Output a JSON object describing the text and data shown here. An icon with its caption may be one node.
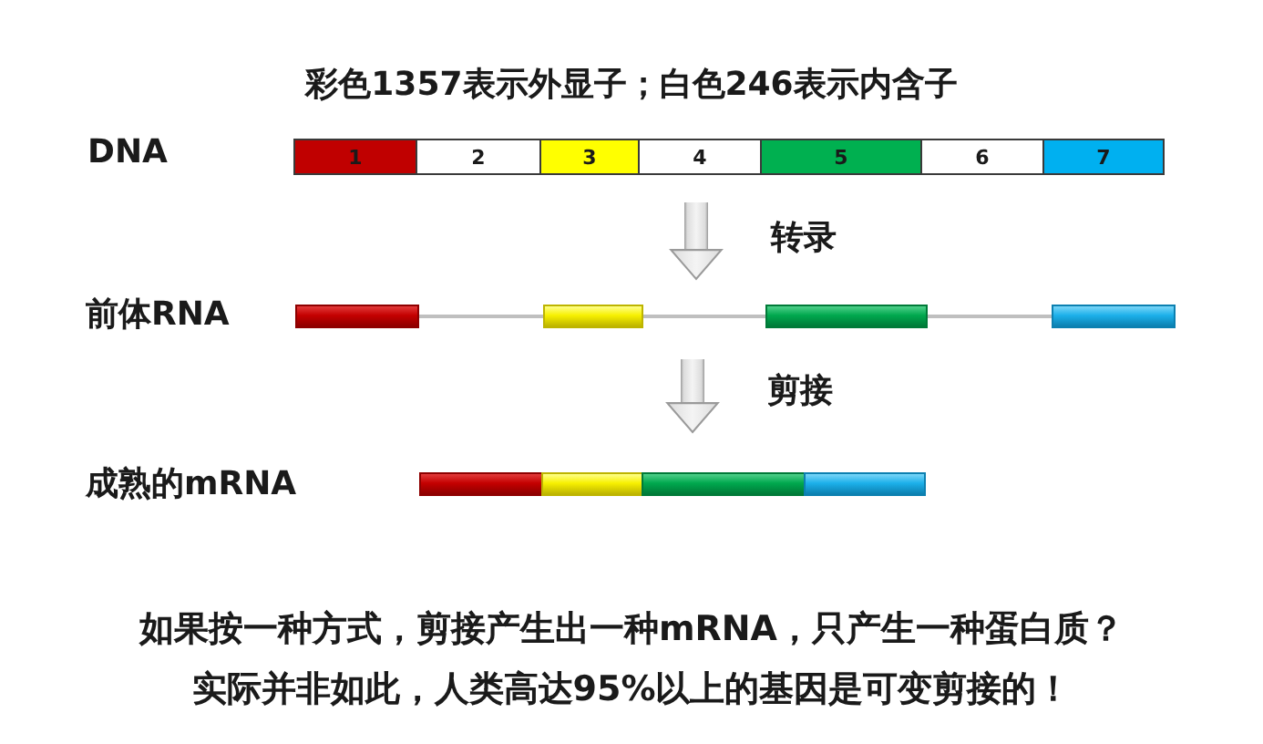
{
  "diagram": {
    "title": "彩色1357表示外显子；白色246表示内含子",
    "nodes": [
      {
        "text": [
          "DNA"
        ]
      },
      {
        "text": [
          "1"
        ],
        "in": 0
      },
      {
        "text": [
          "2"
        ],
        "in": 0
      },
      {
        "text": [
          "3"
        ],
        "in": 0
      },
      {
        "text": [
          "4"
        ],
        "in": 0
      },
      {
        "text": [
          "5"
        ],
        "in": 0
      },
      {
        "text": [
          "6"
        ],
        "in": 0
      },
      {
        "text": [
          "7"
        ],
        "in": 0
      },
      {
        "text": [
          "前体RNA"
        ]
      },
      {
        "text": [],
        "shape": "bar",
        "in": 8
      },
      {
        "text": [],
        "shape": "bar",
        "in": 8
      },
      {
        "text": [],
        "shape": "bar",
        "in": 8
      },
      {
        "text": [],
        "shape": "bar",
        "in": 8
      },
      {
        "text": [
          "成熟的mRNA"
        ]
      },
      {
        "text": [],
        "shape": "bar",
        "in": 13
      },
      {
        "text": [],
        "shape": "bar",
        "in": 13
      },
      {
        "text": [],
        "shape": "bar",
        "in": 13
      },
      {
        "text": [],
        "shape": "bar",
        "in": 13
      }
    ],
    "edges": [
      {
        "from": 0,
        "to": 8,
        "arrow": "to",
        "label": "转录",
        "style": "thick"
      },
      {
        "from": 9,
        "to": 10,
        "arrow": "none",
        "color": "#bfbfbf"
      },
      {
        "from": 10,
        "to": 11,
        "arrow": "none",
        "color": "#bfbfbf"
      },
      {
        "from": 11,
        "to": 12,
        "arrow": "none",
        "color": "#bfbfbf"
      },
      {
        "from": 8,
        "to": 13,
        "arrow": "to",
        "label": "剪接",
        "style": "thick"
      }
    ],
    "labels": [
      "如果按一种方式，剪接产生出一种mRNA，只产生一种蛋白质？",
      "实际并非如此，人类高达95%以上的基因是可变剪接的！"
    ]
  }
}
